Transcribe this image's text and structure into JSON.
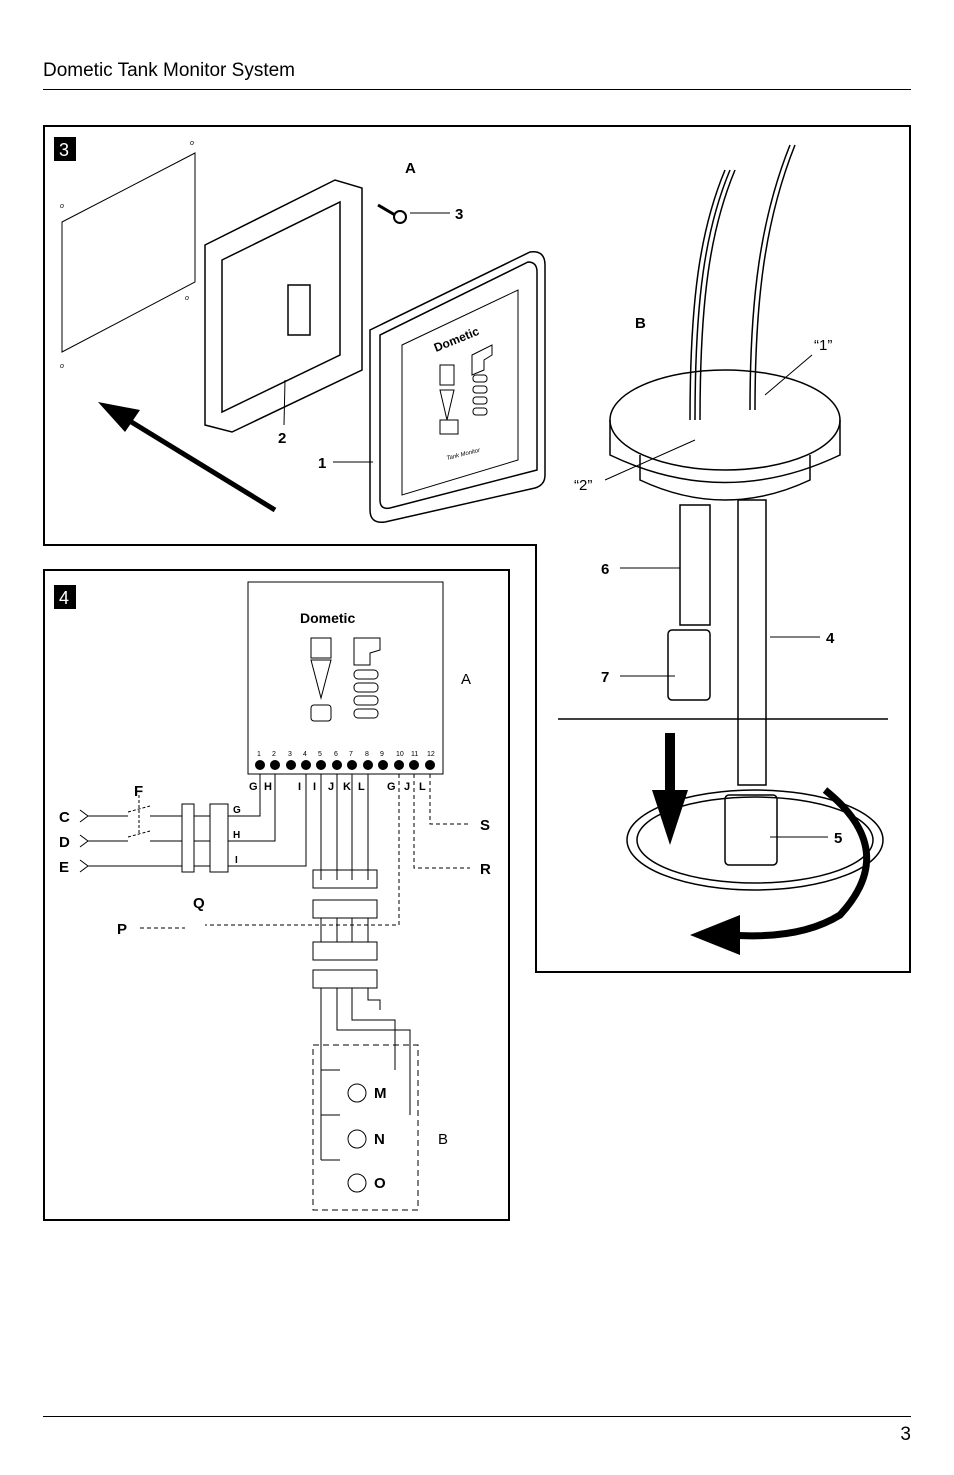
{
  "header": {
    "title": "Dometic Tank Monitor System"
  },
  "footer": {
    "page_number": "3"
  },
  "figure3": {
    "number": "3",
    "labels": {
      "A": "A",
      "B": "B",
      "n1": "1",
      "n2": "2",
      "n3": "3",
      "n4": "4",
      "n5": "5",
      "n6": "6",
      "n7": "7",
      "q1": "“1”",
      "q2": "“2”"
    },
    "panel_brand": "Dometic",
    "panel_caption": "Tank Monitor"
  },
  "figure4": {
    "number": "4",
    "panel_brand": "Dometic",
    "label_A": "A",
    "label_B": "B",
    "terminals": [
      "1",
      "2",
      "3",
      "4",
      "5",
      "6",
      "7",
      "8",
      "9",
      "10",
      "11",
      "12"
    ],
    "terminal_letters": [
      "G",
      "H",
      "I",
      "I",
      "J",
      "K",
      "L",
      "G",
      "J",
      "L"
    ],
    "left_inputs": [
      "C",
      "D",
      "E"
    ],
    "switch_F": "F",
    "input_letters": [
      "G",
      "H",
      "I"
    ],
    "outputs": [
      "S",
      "R"
    ],
    "P": "P",
    "Q": "Q",
    "motors": [
      "M",
      "N",
      "O"
    ]
  }
}
